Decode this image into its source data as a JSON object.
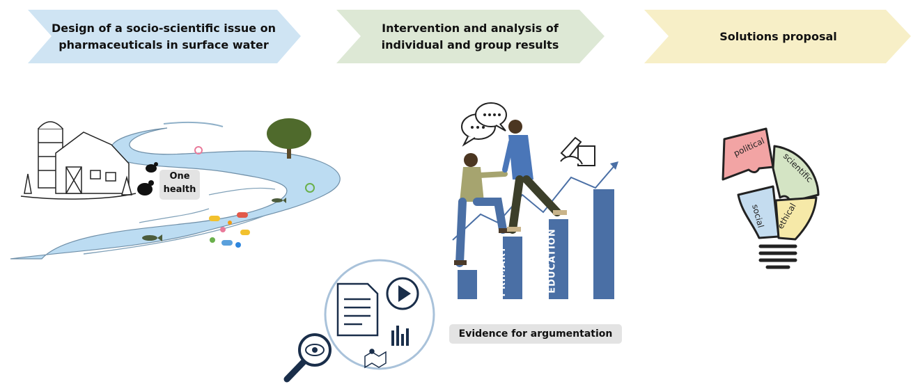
{
  "steps": [
    {
      "line1": "Design of a socio-scientific issue on",
      "line2": "pharmaceuticals in surface water",
      "color": "#cfe4f3"
    },
    {
      "line1": "Intervention and analysis of",
      "line2": "individual and group results",
      "color": "#dde8d5"
    },
    {
      "line1": "Solutions proposal",
      "color": "#f7efc7"
    }
  ],
  "river_scene": {
    "badge_line1": "One",
    "badge_line2": "health"
  },
  "evidence_label": "Evidence for argumentation",
  "bars": {
    "bar2_label": "PRIMARY",
    "bar3_label": "EDUCATION",
    "color": "#4a6fa5"
  },
  "puzzle_bulb": {
    "piece1": "political",
    "piece2": "scientific",
    "piece3": "social",
    "piece4": "ethical",
    "colors": {
      "political": "#f2a4a4",
      "scientific": "#d4e4c4",
      "social": "#c4dcef",
      "ethical": "#f6e9a8"
    }
  }
}
